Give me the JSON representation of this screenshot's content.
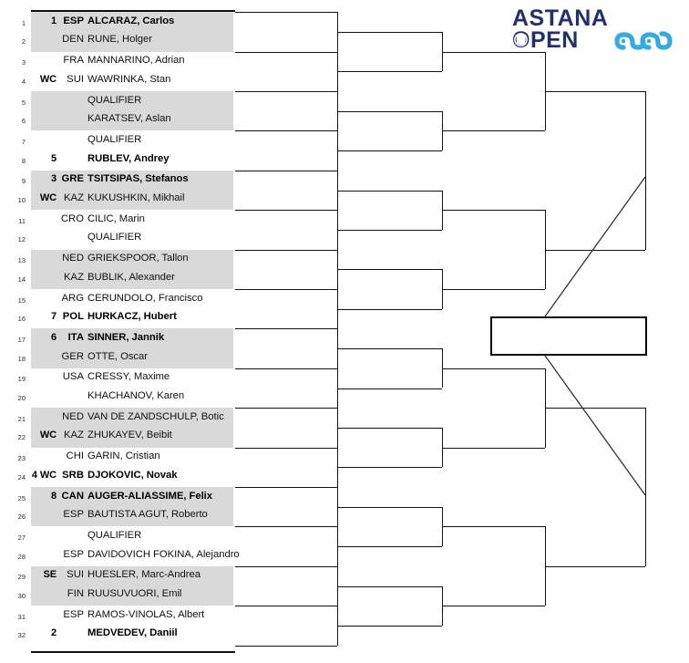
{
  "tournament": {
    "logo_line1": "ASTANA",
    "logo_line2": "OPEN",
    "logo_navy": "#23306b",
    "logo_blue": "#36a9e1"
  },
  "draw": {
    "stripe_color": "#d9d9d9",
    "blocks": [
      {
        "shaded": true,
        "slots": [
          {
            "num": "1",
            "seed": "1",
            "country": "ESP",
            "name": "ALCARAZ, Carlos",
            "bold": true
          },
          {
            "num": "2",
            "seed": "",
            "country": "DEN",
            "name": "RUNE, Holger",
            "bold": false
          }
        ]
      },
      {
        "shaded": false,
        "slots": [
          {
            "num": "3",
            "seed": "",
            "country": "FRA",
            "name": "MANNARINO, Adrian",
            "bold": false
          },
          {
            "num": "4",
            "seed": "WC",
            "country": "SUI",
            "name": "WAWRINKA, Stan",
            "bold": false
          }
        ]
      },
      {
        "shaded": true,
        "slots": [
          {
            "num": "5",
            "seed": "",
            "country": "",
            "name": "QUALIFIER",
            "bold": false
          },
          {
            "num": "6",
            "seed": "",
            "country": "",
            "name": "KARATSEV, Aslan",
            "bold": false
          }
        ]
      },
      {
        "shaded": false,
        "slots": [
          {
            "num": "7",
            "seed": "",
            "country": "",
            "name": "QUALIFIER",
            "bold": false
          },
          {
            "num": "8",
            "seed": "5",
            "country": "",
            "name": "RUBLEV, Andrey",
            "bold": true
          }
        ]
      },
      {
        "shaded": true,
        "slots": [
          {
            "num": "9",
            "seed": "3",
            "country": "GRE",
            "name": "TSITSIPAS, Stefanos",
            "bold": true
          },
          {
            "num": "10",
            "seed": "WC",
            "country": "KAZ",
            "name": "KUKUSHKIN, Mikhail",
            "bold": false
          }
        ]
      },
      {
        "shaded": false,
        "slots": [
          {
            "num": "11",
            "seed": "",
            "country": "CRO",
            "name": "CILIC, Marin",
            "bold": false
          },
          {
            "num": "12",
            "seed": "",
            "country": "",
            "name": "QUALIFIER",
            "bold": false
          }
        ]
      },
      {
        "shaded": true,
        "slots": [
          {
            "num": "13",
            "seed": "",
            "country": "NED",
            "name": "GRIEKSPOOR, Tallon",
            "bold": false
          },
          {
            "num": "14",
            "seed": "",
            "country": "KAZ",
            "name": "BUBLIK, Alexander",
            "bold": false
          }
        ]
      },
      {
        "shaded": false,
        "slots": [
          {
            "num": "15",
            "seed": "",
            "country": "ARG",
            "name": "CERUNDOLO, Francisco",
            "bold": false
          },
          {
            "num": "16",
            "seed": "7",
            "country": "POL",
            "name": "HURKACZ, Hubert",
            "bold": true
          }
        ]
      },
      {
        "shaded": true,
        "slots": [
          {
            "num": "17",
            "seed": "6",
            "country": "ITA",
            "name": "SINNER, Jannik",
            "bold": true
          },
          {
            "num": "18",
            "seed": "",
            "country": "GER",
            "name": "OTTE, Oscar",
            "bold": false
          }
        ]
      },
      {
        "shaded": false,
        "slots": [
          {
            "num": "19",
            "seed": "",
            "country": "USA",
            "name": "CRESSY, Maxime",
            "bold": false
          },
          {
            "num": "20",
            "seed": "",
            "country": "",
            "name": "KHACHANOV, Karen",
            "bold": false
          }
        ]
      },
      {
        "shaded": true,
        "slots": [
          {
            "num": "21",
            "seed": "",
            "country": "NED",
            "name": "VAN DE ZANDSCHULP, Botic",
            "bold": false
          },
          {
            "num": "22",
            "seed": "WC",
            "country": "KAZ",
            "name": "ZHUKAYEV, Beibit",
            "bold": false
          }
        ]
      },
      {
        "shaded": false,
        "slots": [
          {
            "num": "23",
            "seed": "",
            "country": "CHI",
            "name": "GARIN, Cristian",
            "bold": false
          },
          {
            "num": "24",
            "seed": "4 WC",
            "country": "SRB",
            "name": "DJOKOVIC, Novak",
            "bold": true
          }
        ]
      },
      {
        "shaded": true,
        "slots": [
          {
            "num": "25",
            "seed": "8",
            "country": "CAN",
            "name": "AUGER-ALIASSIME, Felix",
            "bold": true
          },
          {
            "num": "26",
            "seed": "",
            "country": "ESP",
            "name": "BAUTISTA AGUT, Roberto",
            "bold": false
          }
        ]
      },
      {
        "shaded": false,
        "slots": [
          {
            "num": "27",
            "seed": "",
            "country": "",
            "name": "QUALIFIER",
            "bold": false
          },
          {
            "num": "28",
            "seed": "",
            "country": "ESP",
            "name": "DAVIDOVICH FOKINA, Alejandro",
            "bold": false
          }
        ]
      },
      {
        "shaded": true,
        "slots": [
          {
            "num": "29",
            "seed": "SE",
            "country": "SUI",
            "name": "HUESLER, Marc-Andrea",
            "bold": false
          },
          {
            "num": "30",
            "seed": "",
            "country": "FIN",
            "name": "RUUSUVUORI, Emil",
            "bold": false
          }
        ]
      },
      {
        "shaded": false,
        "slots": [
          {
            "num": "31",
            "seed": "",
            "country": "ESP",
            "name": "RAMOS-VINOLAS, Albert",
            "bold": false
          },
          {
            "num": "32",
            "seed": "2",
            "country": "",
            "name": "MEDVEDEV, Daniil",
            "bold": true
          }
        ]
      }
    ]
  },
  "bracket": {
    "final_label": ""
  }
}
